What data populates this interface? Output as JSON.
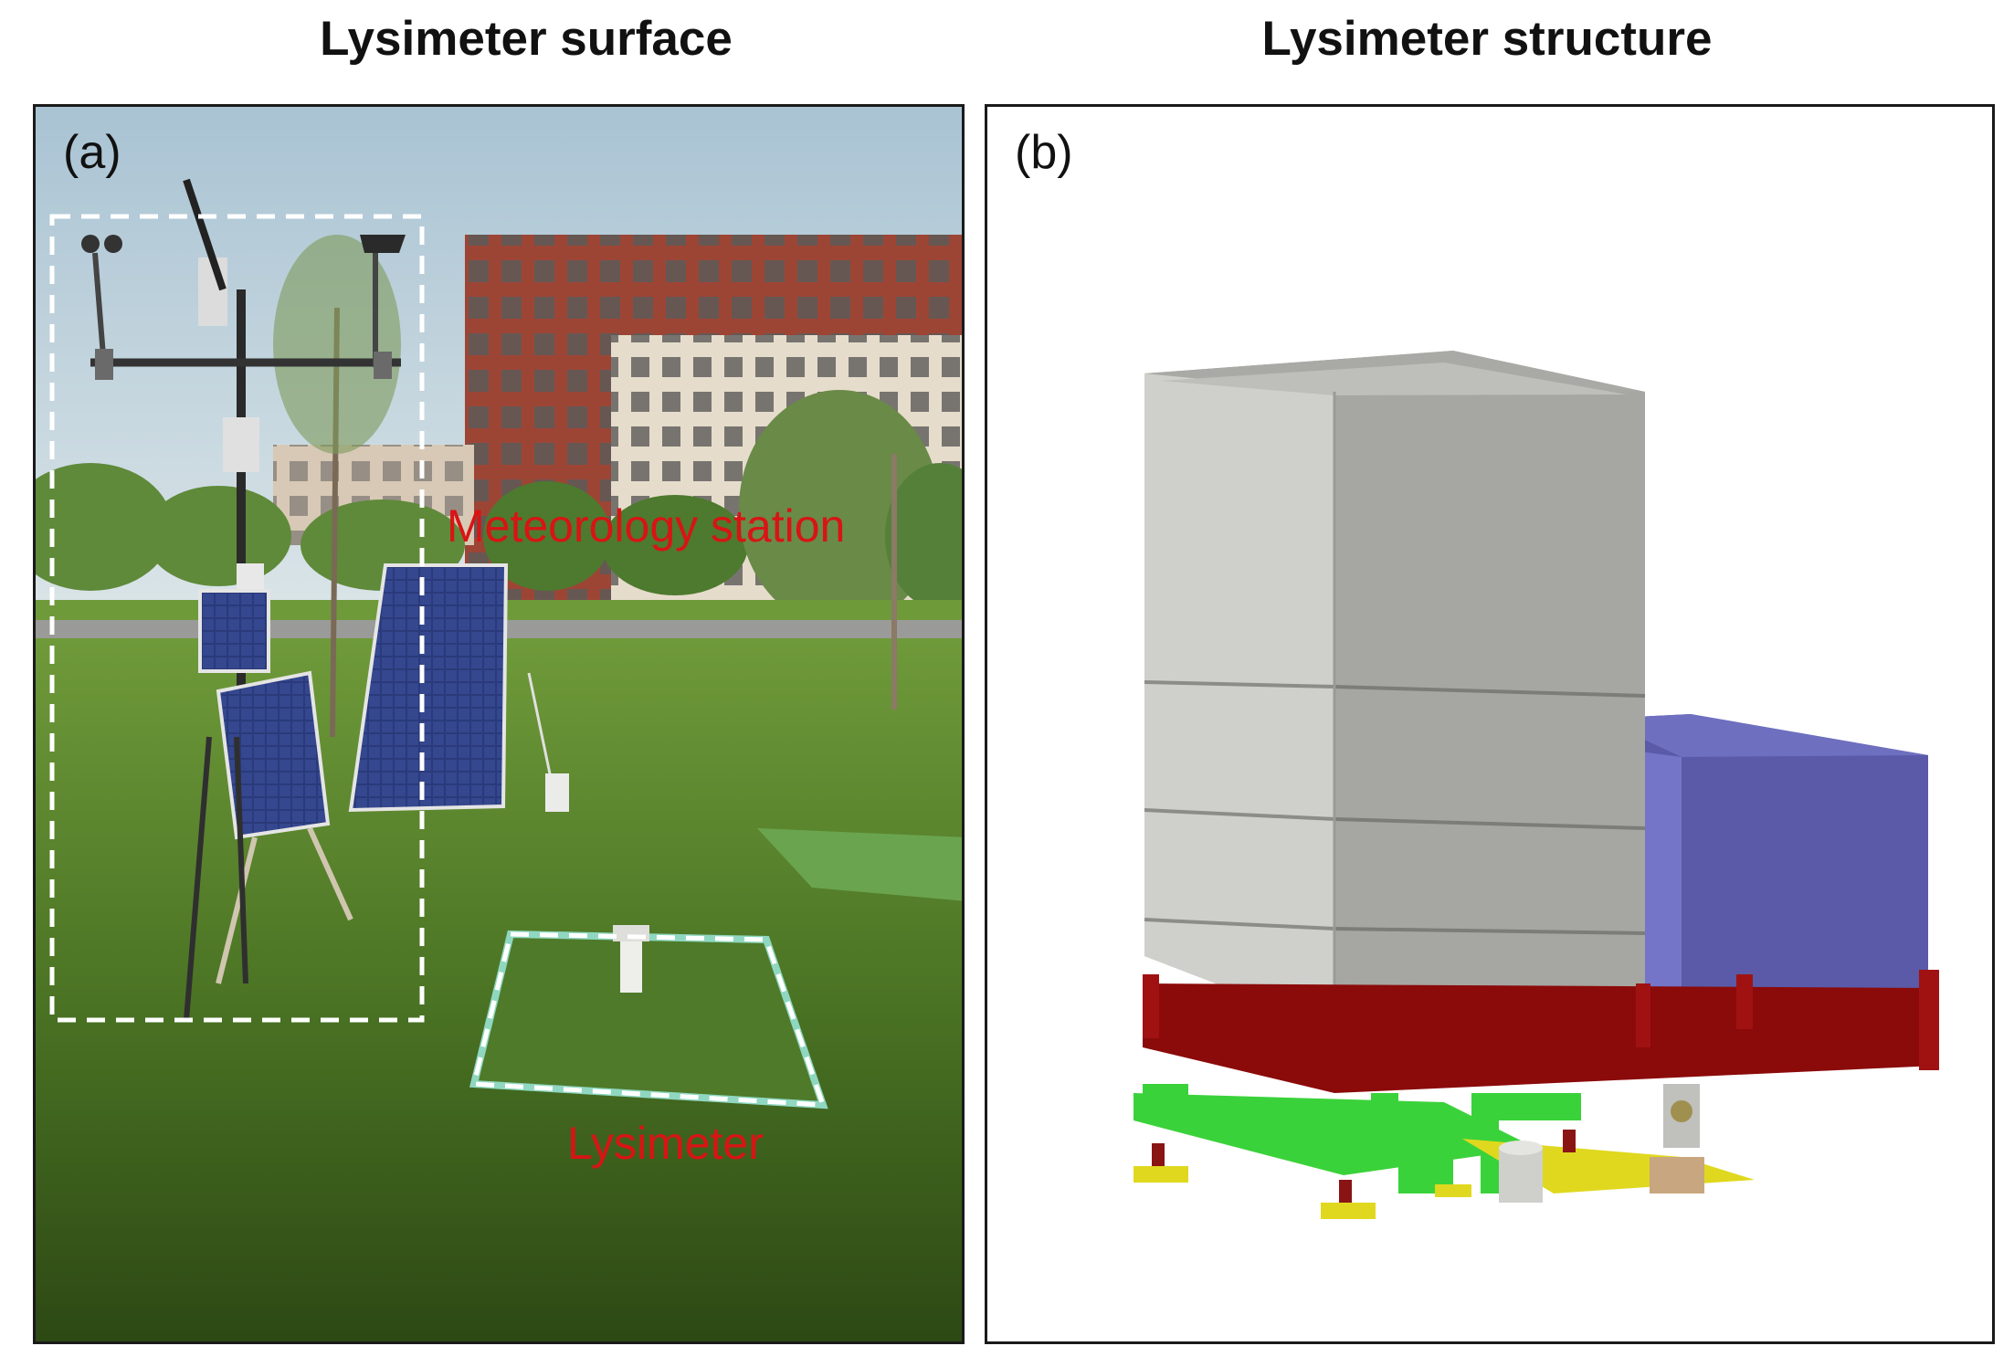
{
  "panel_a": {
    "title": "Lysimeter surface",
    "label": "(a)",
    "annotations": {
      "meteorology_station": "Meteorology station",
      "lysimeter": "Lysimeter"
    }
  },
  "panel_b": {
    "title": "Lysimeter structure",
    "label": "(b)"
  },
  "colors": {
    "annotation_text": "#d81414",
    "tank_grey": "#c8c8c4",
    "frame_red": "#8b0a0a",
    "support_green": "#3ad23a",
    "box_purple": "#5a5aa8",
    "base_yellow": "#e0d81e",
    "grass": "#4e7a26",
    "sky": "#c2d6e2",
    "building": "#9b4436"
  }
}
